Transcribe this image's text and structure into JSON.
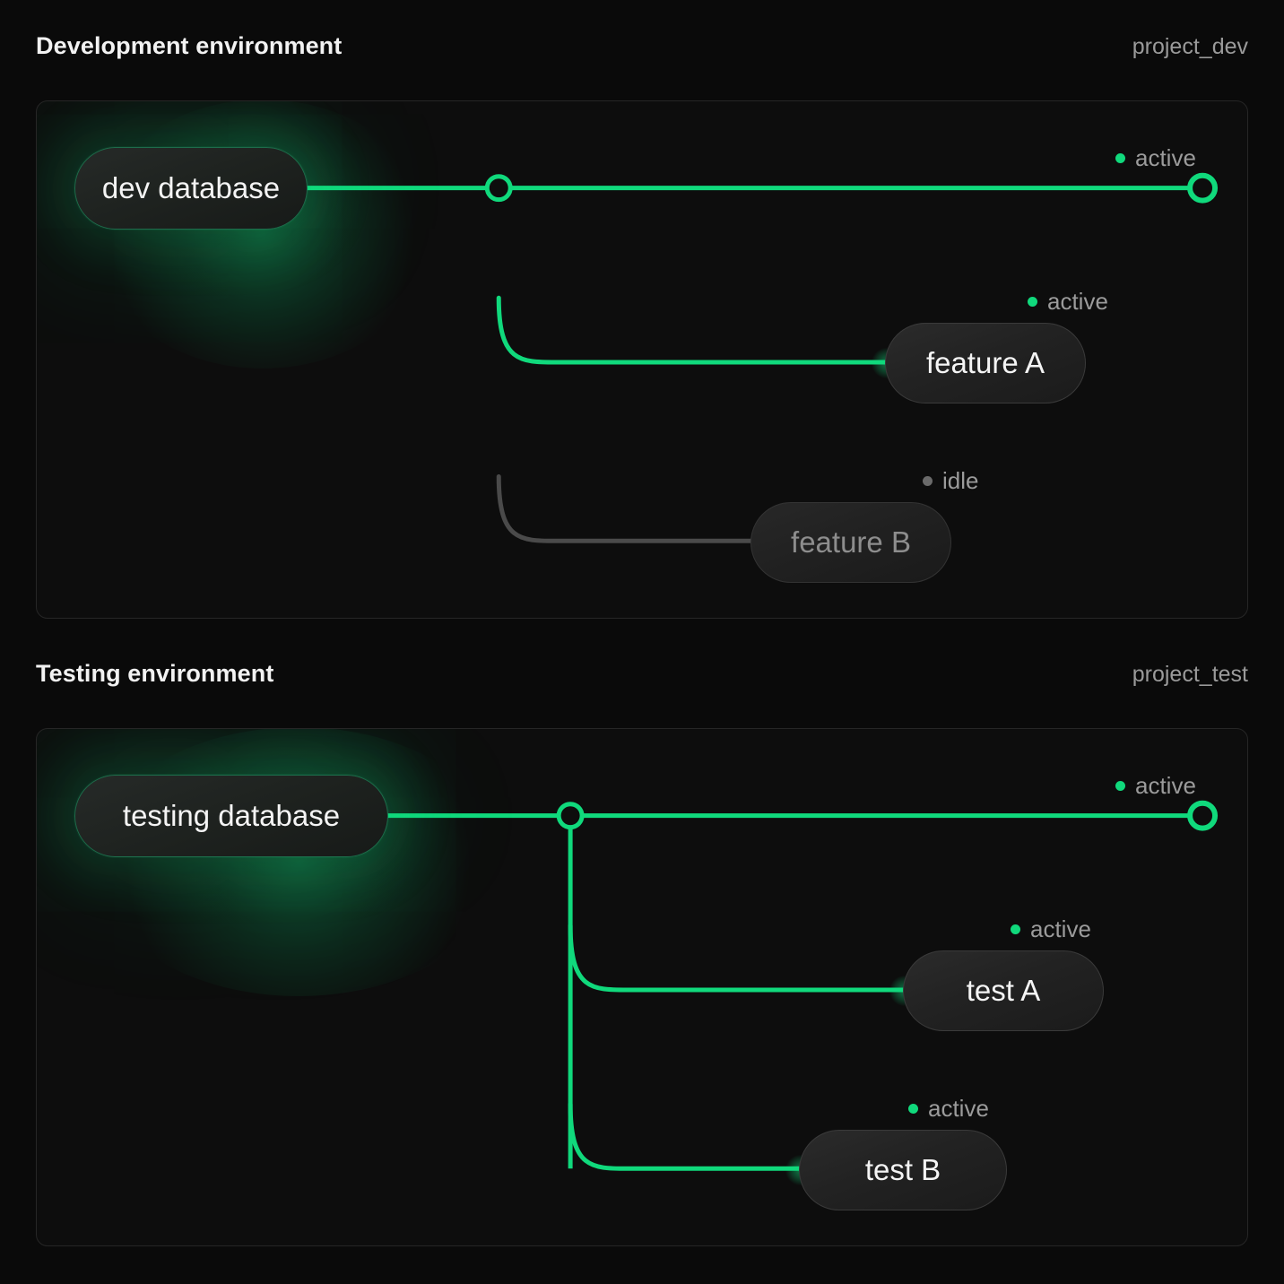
{
  "theme": {
    "background": "#0a0a0a",
    "card_background": "#0d0d0d",
    "card_border": "#262626",
    "accent_green": "#10d97c",
    "idle_gray": "#4a4a4a",
    "text_primary": "#f2f2f2",
    "text_muted": "#9b9b9b"
  },
  "sections": [
    {
      "id": "dev",
      "title": "Development environment",
      "project": "project_dev",
      "source": {
        "label": "dev database",
        "state": "active"
      },
      "endpoint": {
        "status": "active",
        "state": "active"
      },
      "branches": [
        {
          "label": "feature A",
          "status": "active",
          "state": "active"
        },
        {
          "label": "feature B",
          "status": "idle",
          "state": "idle"
        }
      ]
    },
    {
      "id": "test",
      "title": "Testing environment",
      "project": "project_test",
      "source": {
        "label": "testing database",
        "state": "active"
      },
      "endpoint": {
        "status": "active",
        "state": "active"
      },
      "branches": [
        {
          "label": "test A",
          "status": "active",
          "state": "active"
        },
        {
          "label": "test B",
          "status": "active",
          "state": "active"
        }
      ]
    }
  ]
}
